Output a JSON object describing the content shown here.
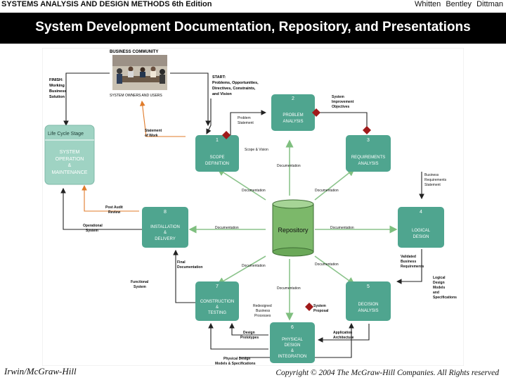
{
  "header": {
    "left_bold": "SYSTEMS ANALYSIS AND DESIGN METHODS",
    "left_edition": "6th Edition",
    "authors": "Whitten  Bentley  Dittman"
  },
  "slide_title": "System Development Documentation, Repository, and Presentations",
  "diagram": {
    "business_community": "BUSINESS COMMUNITY",
    "owners_users": "SYSTEM OWNERS AND USERS",
    "finish": [
      "FINISH:",
      "Working",
      "Business",
      "Solution"
    ],
    "start": [
      "START:",
      "Problems, Opportunities,",
      "Directives, Constraints,",
      "and Vision"
    ],
    "lifecycle": {
      "title": "Life Cycle Stage",
      "lines": [
        "SYSTEM",
        "OPERATION",
        "&",
        "MAINTENANCE"
      ]
    },
    "repository": "Repository",
    "phases": [
      {
        "num": "1",
        "lines": [
          "SCOPE",
          "DEFINITION"
        ]
      },
      {
        "num": "2",
        "lines": [
          "PROBLEM",
          "ANALYSIS"
        ]
      },
      {
        "num": "3",
        "lines": [
          "REQUIREMENTS",
          "ANALYSIS"
        ]
      },
      {
        "num": "4",
        "lines": [
          "LOGICAL",
          "DESIGN"
        ]
      },
      {
        "num": "5",
        "lines": [
          "DECISION",
          "ANALYSIS"
        ]
      },
      {
        "num": "6",
        "lines": [
          "PHYSICAL",
          "DESIGN",
          "&",
          "INTEGRATION"
        ]
      },
      {
        "num": "7",
        "lines": [
          "CONSTRUCTION",
          "&",
          "TESTING"
        ]
      },
      {
        "num": "8",
        "lines": [
          "INSTALLATION",
          "&",
          "DELIVERY"
        ]
      }
    ],
    "labels": {
      "system_improvement": [
        "System",
        "Improvement",
        "Objectives"
      ],
      "problem_statement": [
        "Problem",
        "Statement"
      ],
      "statement_of_work": [
        "Statement",
        "of Work"
      ],
      "scope_vision": "Scope & Vision",
      "business_requirements": [
        "Business",
        "Requirements",
        "Statement"
      ],
      "post_audit": [
        "Post Audit",
        "Review"
      ],
      "operational_system": [
        "Operational",
        "System"
      ],
      "final_documentation": [
        "Final",
        "Documentation"
      ],
      "validated_requirements": [
        "Validated",
        "Business",
        "Requirements"
      ],
      "logical_design_models": [
        "Logical",
        "Design",
        "Models",
        "and",
        "Specifications"
      ],
      "functional_system": [
        "Functional",
        "System"
      ],
      "redesigned_processes": [
        "Redesigned",
        "Business",
        "Processes"
      ],
      "system_proposal": [
        "System",
        "Proposal"
      ],
      "design_prototypes": [
        "Design",
        "Prototypes"
      ],
      "application_architecture": [
        "Application",
        "Architecture"
      ],
      "physical_design_models": [
        "Physical Design",
        "Models & Specifications"
      ],
      "documentation": "Documentation"
    }
  },
  "footer": {
    "left": "Irwin/McGraw-Hill",
    "right": "Copyright © 2004 The McGraw-Hill Companies. All Rights reserved"
  },
  "colors": {
    "phase_fill": "#4fa58f",
    "lifecycle_fill": "#9fd3c3",
    "repository_fill": "#7cb86a",
    "diamond": "#a01a1a",
    "orange_arrow": "#e07b2a",
    "green_arrow": "#8cc48c",
    "title_bar": "#000000"
  }
}
